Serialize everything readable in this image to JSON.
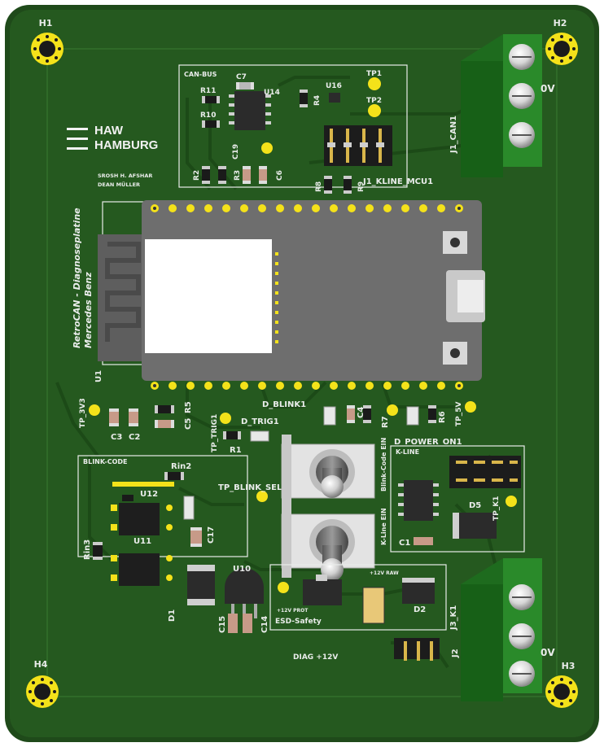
{
  "board": {
    "title_line1": "RetroCAN - Diagnoseplatine",
    "title_line2": "Mercedes Benz",
    "authors": [
      "SROSH H. AFSHAR",
      "DEAN MÜLLER"
    ],
    "logo": [
      "HAW",
      "HAMBURG"
    ]
  },
  "mounting_holes": [
    "H1",
    "H2",
    "H3",
    "H4"
  ],
  "blocks": {
    "can_bus": "CAN-BUS",
    "blink_code": "BLINK-CODE",
    "k_line": "K-LINE",
    "esd_safety": "ESD-Safety",
    "diag": "DIAG +12V"
  },
  "connectors": {
    "can": "J1_CAN1",
    "kline_mcu": "J1_KLINE_MCU1",
    "k1": "J3_K1",
    "j2": "J2",
    "ov_top": "0V",
    "ov_bottom": "0V"
  },
  "test_points": {
    "tp1": "TP1",
    "tp2": "TP2",
    "tp_3v3": "TP_3V3",
    "tp_5v": "TP_5V",
    "tp_trig1": "TP_TRIG1",
    "tp_blink": "TP_BLINK_SEL",
    "tp_k1": "TP_K1"
  },
  "leds": {
    "d_blink": "D_BLINK1",
    "d_trig": "D_TRIG1",
    "d_power": "D_POWER_ON1"
  },
  "switches": {
    "blink_code": "Blink-Code EIN",
    "k_line": "K-Line EIN"
  },
  "power_labels": {
    "raw": "+12V RAW",
    "prot": "+12V PROT"
  },
  "ic_labels": {
    "u1": "U1",
    "u10": "U10",
    "u11": "U11",
    "u12": "U12",
    "u14": "U14",
    "u16": "U16"
  },
  "components": {
    "r11": "R11",
    "r10": "R10",
    "c7": "C7",
    "c19": "C19",
    "r2": "R2",
    "r3": "R3",
    "c6": "C6",
    "r4": "R4",
    "r8": "R8",
    "r9": "R9",
    "c3": "C3",
    "c2": "C2",
    "c5": "C5",
    "r5": "R5",
    "r1": "R1",
    "c4": "C4",
    "r7": "R7",
    "r6": "R6",
    "rin2": "Rin2",
    "rin3": "Rin3",
    "c17": "C17",
    "d1": "D1",
    "c15": "C15",
    "c14": "C14",
    "d2": "D2",
    "c1": "C1",
    "d5": "D5"
  },
  "colors": {
    "board": "#25591f",
    "soldermask_dark": "#1d4a18",
    "silk": "#e9ecea",
    "pad_gold": "#f4e21a",
    "mcu": "#6e6e6e",
    "terminal": "#1f7a1f"
  }
}
